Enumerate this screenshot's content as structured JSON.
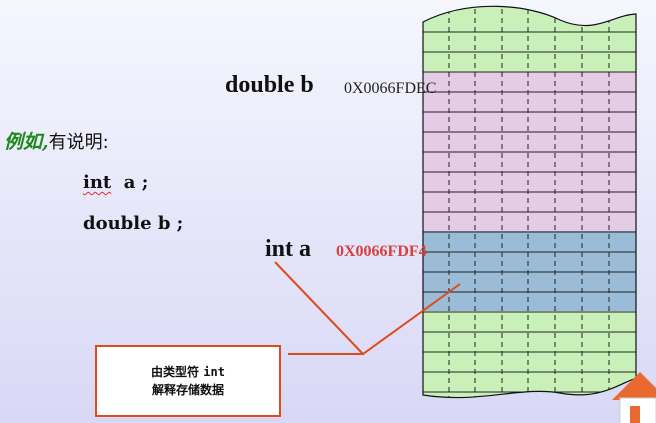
{
  "example": {
    "prefix": "例如,",
    "text": "有说明:"
  },
  "declarations": {
    "int_kw": "int",
    "int_var": "a ;",
    "double_line": "double  b ;"
  },
  "double_var": {
    "label": "double  b",
    "address": "0X0066FDEC"
  },
  "int_var": {
    "label": "int  a",
    "address": "0X0066FDF4"
  },
  "callout": {
    "line1_prefix": "由类型符",
    "line1_type": "int",
    "line2": "解释存储数据"
  },
  "colors": {
    "memory_green": "#c8f0b8",
    "double_region": "#e4cce6",
    "int_region": "#9bbcd6",
    "callout_border": "#e04a1c",
    "address_red": "#d84040",
    "address_dark": "#222222",
    "example_green": "#1c8a1c"
  }
}
